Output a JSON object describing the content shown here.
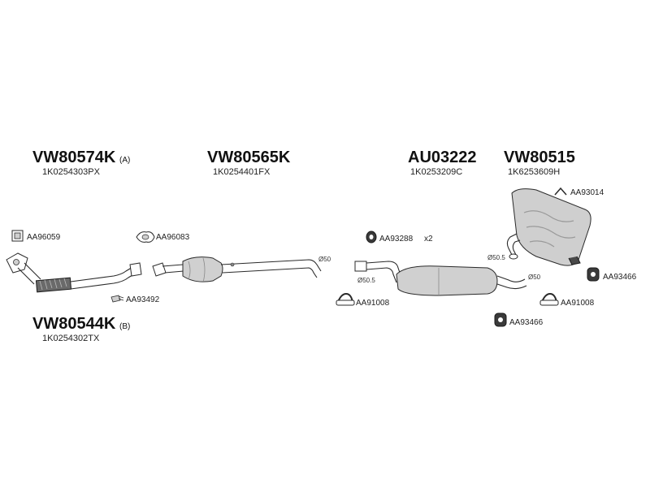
{
  "groups": {
    "front_a": {
      "code": "VW80574K",
      "suffix": "(A)",
      "oem": "1K0254303PX"
    },
    "front_b": {
      "code": "VW80544K",
      "suffix": "(B)",
      "oem": "1K0254302TX"
    },
    "cat": {
      "code": "VW80565K",
      "oem": "1K0254401FX"
    },
    "middle": {
      "code": "AU03222",
      "oem": "1K0253209C"
    },
    "rear": {
      "code": "VW80515",
      "oem": "1K6253609H"
    }
  },
  "accessories": {
    "gasket_square": "AA96059",
    "gasket_oval": "AA96083",
    "bolt": "AA93492",
    "clamp_mid": "AA93288",
    "clamp_mid_qty": "x2",
    "hanger_mid_left": "AA91008",
    "hanger_mid_right": "AA91008",
    "rubber_rear_top": "AA93466",
    "rubber_rear_bottom": "AA93466",
    "bracket_rear": "AA93014"
  },
  "dimensions": {
    "cat_outlet": "Ø50",
    "mid_inlet": "Ø50.5",
    "mid_outlet": "Ø50",
    "rear_inlet": "Ø50.5"
  }
}
